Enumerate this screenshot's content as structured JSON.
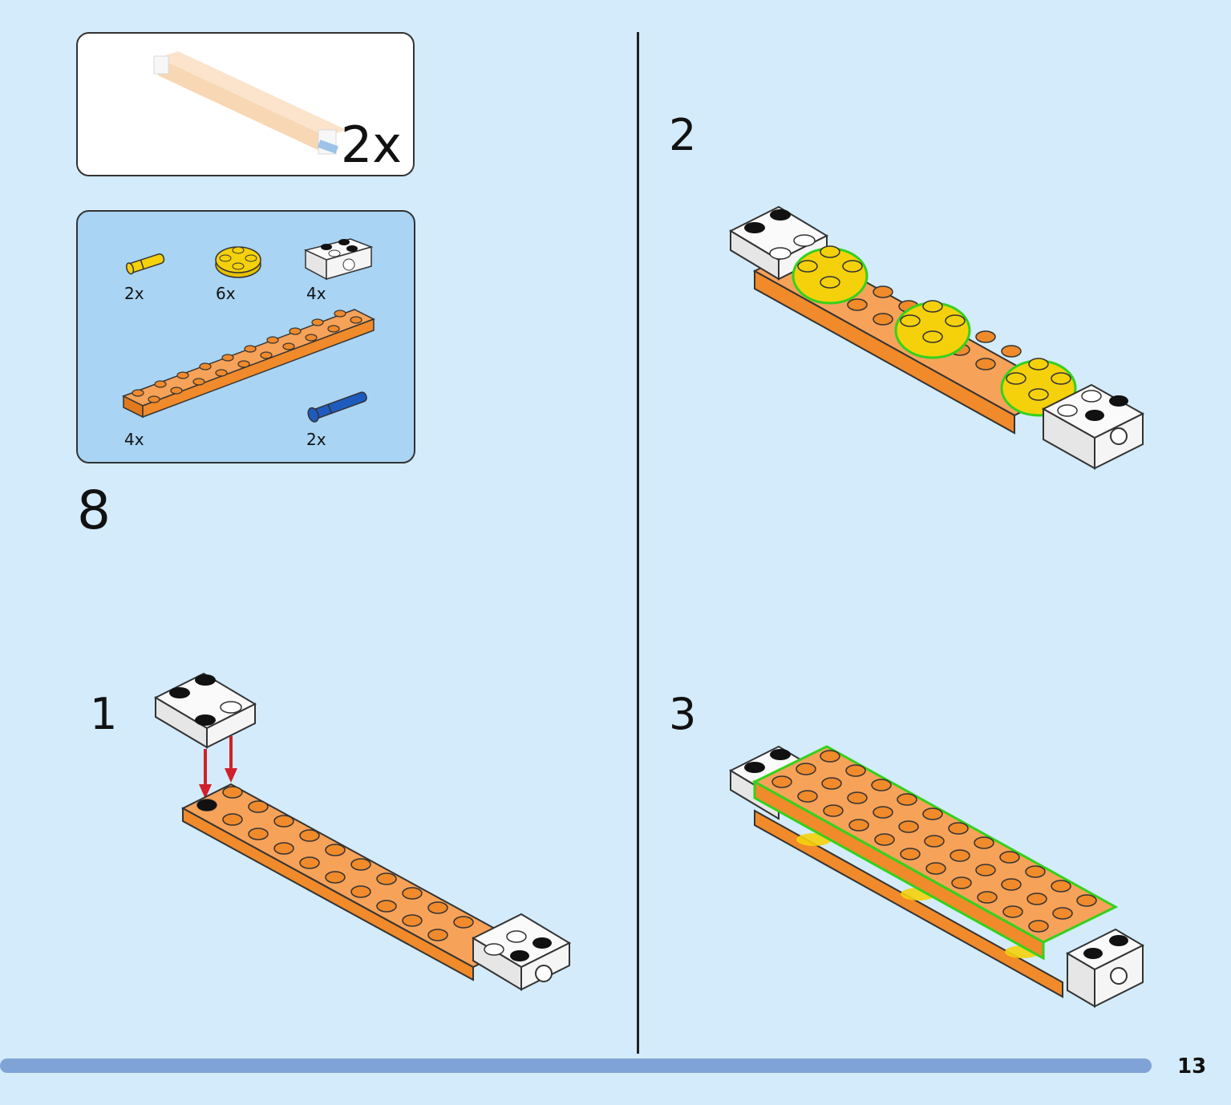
{
  "callout": {
    "multiplier": "2x"
  },
  "parts": [
    {
      "name": "yellow-axle-pin",
      "qty": "2x",
      "color": "#f5d10c"
    },
    {
      "name": "yellow-round-plate",
      "qty": "6x",
      "color": "#f5d10c"
    },
    {
      "name": "white-pin-brick",
      "qty": "4x",
      "color": "#ffffff"
    },
    {
      "name": "orange-plate-2x10",
      "qty": "4x",
      "color": "#f08a2a"
    },
    {
      "name": "blue-axle-pin",
      "qty": "2x",
      "color": "#1e5bbf"
    }
  ],
  "main_step": "8",
  "substeps": [
    {
      "number": "1",
      "icon": "assembly-step-1-icon"
    },
    {
      "number": "2",
      "icon": "assembly-step-2-icon"
    },
    {
      "number": "3",
      "icon": "assembly-step-3-icon"
    }
  ],
  "colors": {
    "background": "#d3ebfb",
    "orange": "#f08a2a",
    "yellow": "#f5d10c",
    "highlight": "#34d11c",
    "arrow": "#d0202a",
    "bar": "#7fa3d6"
  },
  "page_number": "13"
}
